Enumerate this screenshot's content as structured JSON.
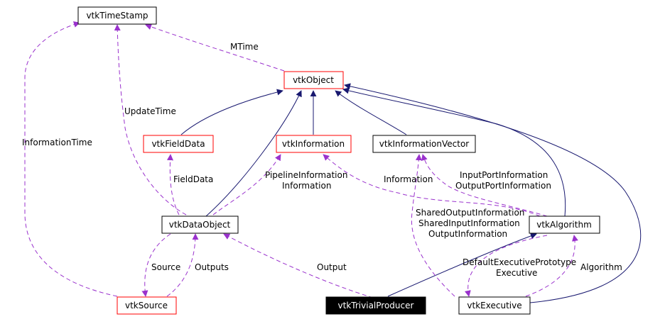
{
  "colors": {
    "inheritance_edge": "#191970",
    "usage_edge": "#9a32cd",
    "node_border_black": "#000000",
    "node_border_red": "#ff0000",
    "highlight_fill": "#000000",
    "highlight_text": "#ffffff"
  },
  "nodes": [
    {
      "id": "vtkTimeStamp",
      "label": "vtkTimeStamp",
      "border": "black"
    },
    {
      "id": "vtkObject",
      "label": "vtkObject",
      "border": "red"
    },
    {
      "id": "vtkFieldData",
      "label": "vtkFieldData",
      "border": "red"
    },
    {
      "id": "vtkInformation",
      "label": "vtkInformation",
      "border": "red"
    },
    {
      "id": "vtkInformationVector",
      "label": "vtkInformationVector",
      "border": "black"
    },
    {
      "id": "vtkDataObject",
      "label": "vtkDataObject",
      "border": "black"
    },
    {
      "id": "vtkAlgorithm",
      "label": "vtkAlgorithm",
      "border": "black"
    },
    {
      "id": "vtkSource",
      "label": "vtkSource",
      "border": "red"
    },
    {
      "id": "vtkTrivialProducer",
      "label": "vtkTrivialProducer",
      "border": "highlight"
    },
    {
      "id": "vtkExecutive",
      "label": "vtkExecutive",
      "border": "black"
    }
  ],
  "edge_labels": {
    "mtime": "MTime",
    "update_time": "UpdateTime",
    "information_time": "InformationTime",
    "field_data": "FieldData",
    "pipeline_information_1": "PipelineInformation",
    "pipeline_information_2": "Information",
    "information": "Information",
    "input_port_information": "InputPortInformation",
    "output_port_information": "OutputPortInformation",
    "shared_output_information": "SharedOutputInformation",
    "shared_input_information": "SharedInputInformation",
    "output_information": "OutputInformation",
    "source": "Source",
    "outputs": "Outputs",
    "output": "Output",
    "default_executive_prototype": "DefaultExecutivePrototype",
    "executive": "Executive",
    "algorithm": "Algorithm"
  }
}
